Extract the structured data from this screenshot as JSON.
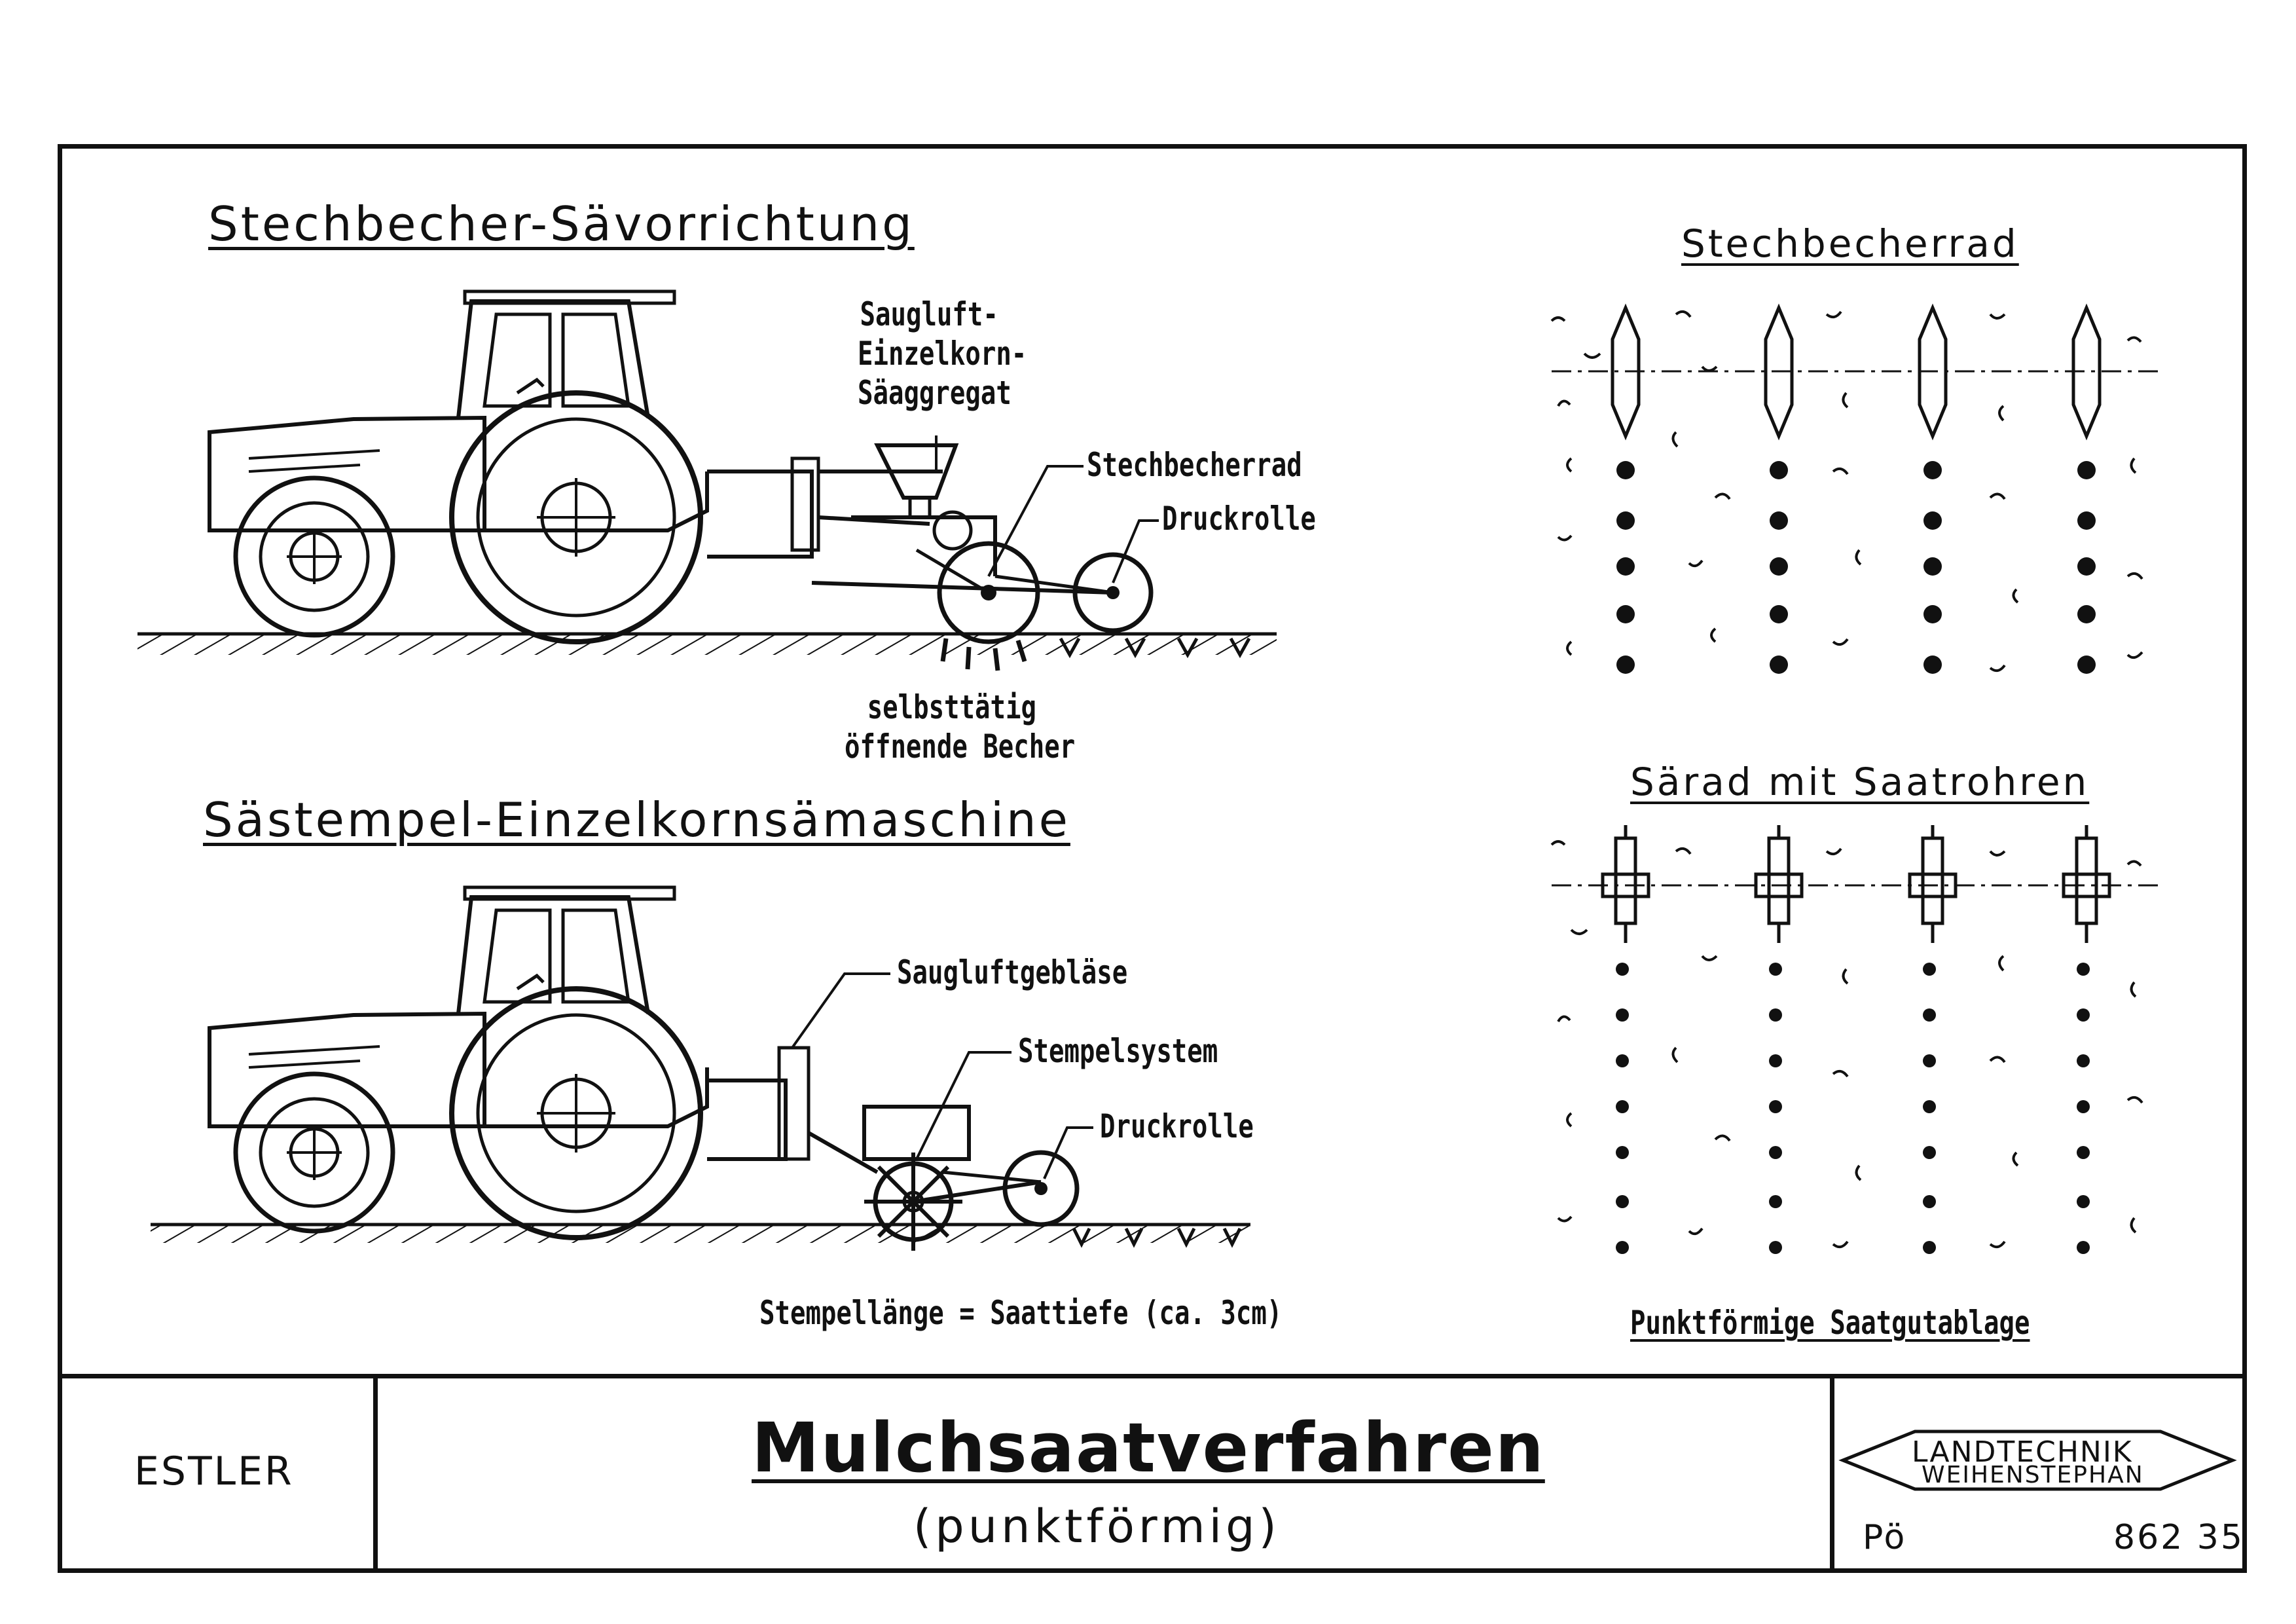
{
  "top_diagram": {
    "title": "Stechbecher-Sävorrichtung",
    "labels": {
      "aggregat": [
        "Saugluft-",
        "Einzelkorn-",
        "Säaggregat"
      ],
      "stechbecherrad": "Stechbecherrad",
      "druckrolle": "Druckrolle",
      "becher": [
        "selbsttätig",
        "öffnende Becher"
      ]
    }
  },
  "bottom_diagram": {
    "title": "Sästempel-Einzelkornsämaschine",
    "labels": {
      "geblaese": "Saugluftgebläse",
      "stempelsystem": "Stempelsystem",
      "druckrolle": "Druckrolle",
      "note": "Stempellänge = Saattiefe (ca. 3cm)"
    }
  },
  "side_panels": {
    "top_title": "Stechbecherrad",
    "bottom_title": "Särad mit Saatrohren",
    "caption": "Punktförmige Saatgutablage"
  },
  "title_block": {
    "author": "ESTLER",
    "title": "Mulchsaatverfahren",
    "subtitle": "(punktförmig)",
    "logo_line1": "LANDTECHNIK",
    "logo_line2": "WEIHENSTEPHAN",
    "initials": "Pö",
    "number": "862 35"
  }
}
